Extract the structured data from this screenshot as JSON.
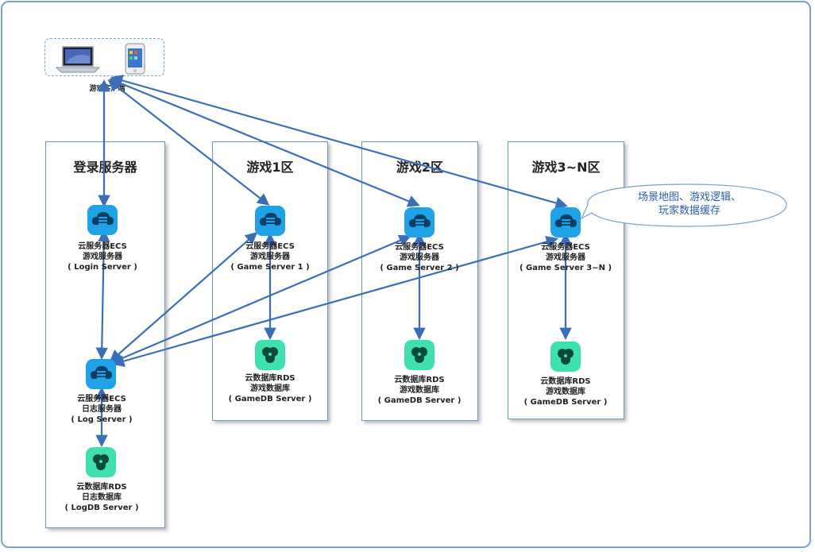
{
  "client": {
    "label": "游戏客户端"
  },
  "zones": {
    "login": {
      "title": "登录服务器"
    },
    "game1": {
      "title": "游戏1区"
    },
    "game2": {
      "title": "游戏2区"
    },
    "game3n": {
      "title": "游戏3~N区"
    }
  },
  "nodes": {
    "login_ecs": {
      "line1": "云服务器ECS",
      "line2": "游戏服务器",
      "line3": "( Login Server )"
    },
    "log_ecs": {
      "line1": "云服务器ECS",
      "line2": "日志服务器",
      "line3": "( Log Server )"
    },
    "logdb_rds": {
      "line1": "云数据库RDS",
      "line2": "日志数据库",
      "line3": "( LogDB Server )"
    },
    "game1_ecs": {
      "line1": "云服务器ECS",
      "line2": "游戏服务器",
      "line3": "( Game Server 1 )"
    },
    "game1_rds": {
      "line1": "云数据库RDS",
      "line2": "游戏数据库",
      "line3": "( GameDB Server )"
    },
    "game2_ecs": {
      "line1": "云服务器ECS",
      "line2": "游戏服务器",
      "line3": "( Game Server 2 )"
    },
    "game2_rds": {
      "line1": "云数据库RDS",
      "line2": "游戏数据库",
      "line3": "( GameDB Server )"
    },
    "game3n_ecs": {
      "line1": "云服务器ECS",
      "line2": "游戏服务器",
      "line3": "( Game Server 3~N )"
    },
    "game3n_rds": {
      "line1": "云数据库RDS",
      "line2": "游戏数据库",
      "line3": "( GameDB Server )"
    }
  },
  "callout": {
    "line1": "场景地图、游戏逻辑、",
    "line2": "玩家数据缓存"
  },
  "colors": {
    "arrow": "#3a6fb8",
    "ecs": "#1fa2e6",
    "rds": "#3fe0b0",
    "zone_border": "#6f94c4"
  }
}
